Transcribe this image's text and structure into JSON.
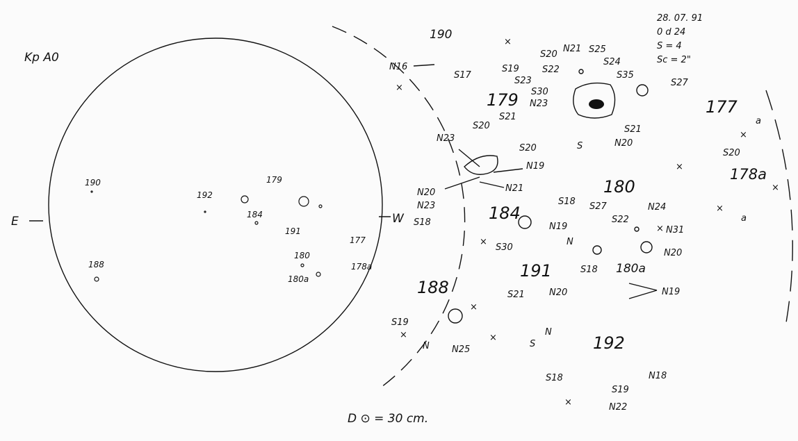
{
  "header": {
    "title": "Kp A0",
    "date": "28. 07. 91",
    "time": "0 d 24",
    "s": "S = 4",
    "sc": "Sc = 2\"",
    "diameter": "D ⊙ = 30 cm."
  },
  "disk": {
    "east": "E",
    "west": "W",
    "labels": [
      "190",
      "192",
      "179",
      "184",
      "191",
      "180",
      "177",
      "178a",
      "188",
      "180a"
    ]
  },
  "detail": {
    "g190": [
      "190",
      "N16",
      "S17",
      "S19"
    ],
    "g179a": [
      "179",
      "S20",
      "N21",
      "S25",
      "S24",
      "S35",
      "S22",
      "S23",
      "S30",
      "N23",
      "S21",
      "N20",
      "S",
      "S27"
    ],
    "g179b": [
      "S20",
      "S21",
      "N23",
      "S20",
      "N19",
      "N21",
      "N20",
      "N23",
      "S18"
    ],
    "g184": [
      "184",
      "S18",
      "N19",
      "N",
      "S30"
    ],
    "g180": [
      "180",
      "S27",
      "S22",
      "N24",
      "N31",
      "N20",
      "180a",
      "N19",
      "S18"
    ],
    "g191": [
      "191",
      "S21",
      "N20",
      "N",
      "S"
    ],
    "g188": [
      "188",
      "S19",
      "N",
      "N25"
    ],
    "g192": [
      "192",
      "S18",
      "N18",
      "S19",
      "N22"
    ],
    "g177": [
      "177",
      "a",
      "S20",
      "178a",
      "a"
    ]
  },
  "colors": {
    "ink": "#111111",
    "paper": "#fbfbfb"
  }
}
